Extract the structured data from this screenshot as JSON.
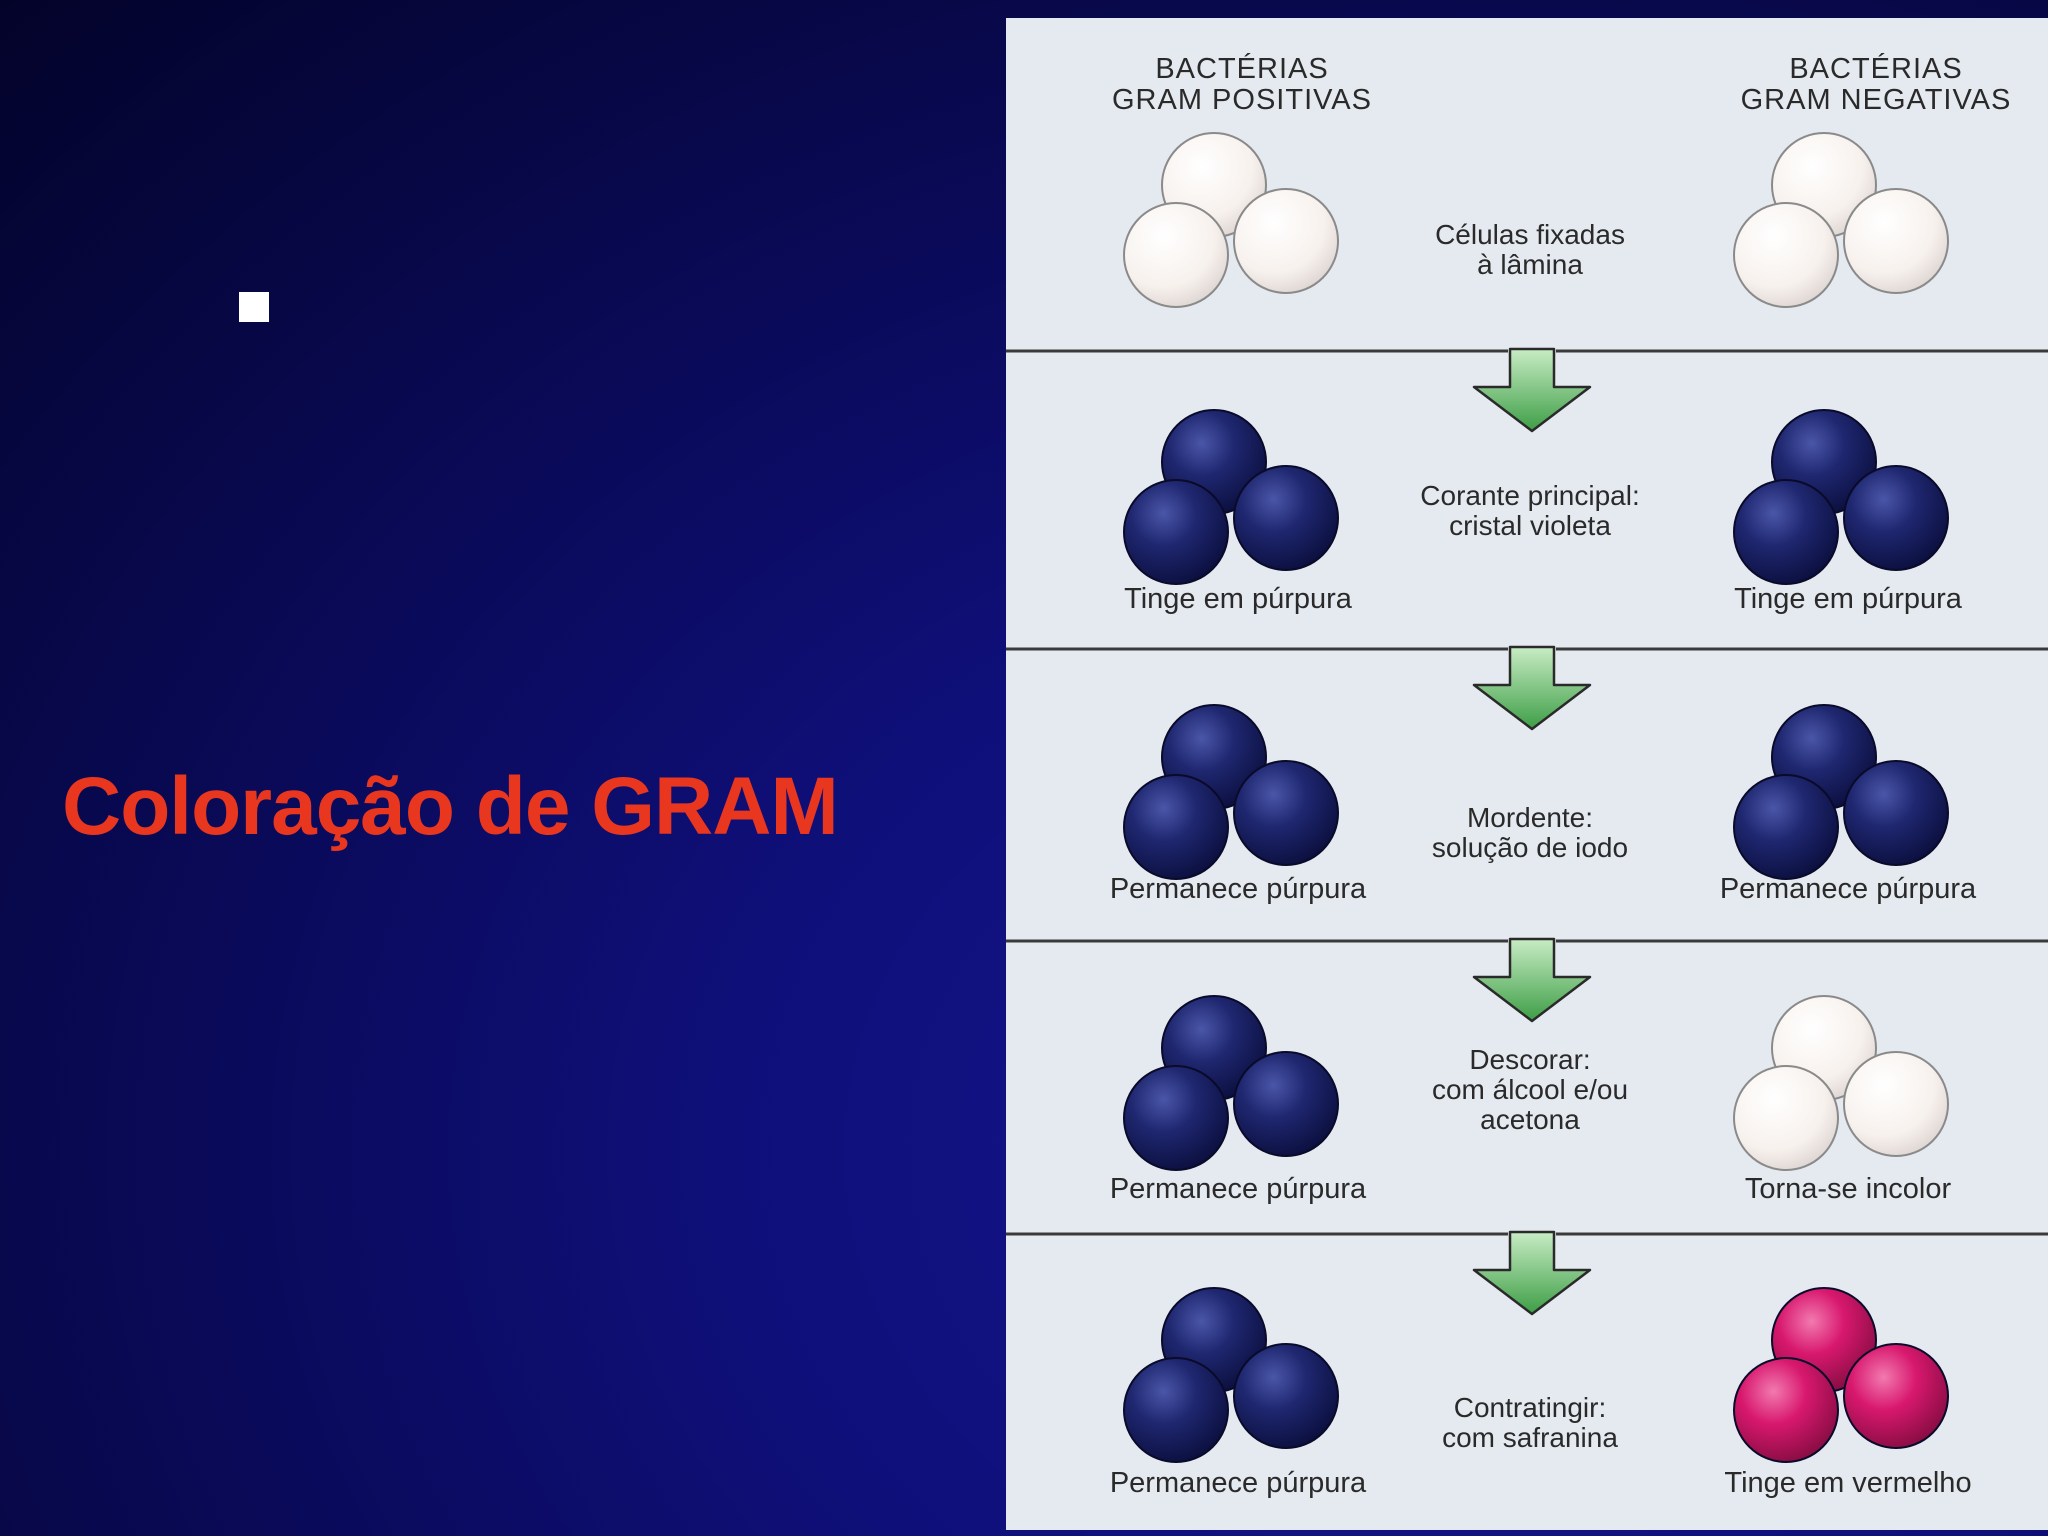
{
  "slide": {
    "title": "Coloração de GRAM"
  },
  "diagram": {
    "headers": {
      "positive": [
        "BACTÉRIAS",
        "GRAM POSITIVAS"
      ],
      "negative": [
        "BACTÉRIAS",
        "GRAM NEGATIVAS"
      ]
    },
    "steps": [
      {
        "label": [
          "Células fixadas",
          "à lâmina"
        ],
        "positive": {
          "result": "",
          "color": "white"
        },
        "negative": {
          "result": "",
          "color": "white"
        }
      },
      {
        "label": [
          "Corante principal:",
          "cristal violeta"
        ],
        "positive": {
          "result": "Tinge em púrpura",
          "color": "purple"
        },
        "negative": {
          "result": "Tinge em púrpura",
          "color": "purple"
        }
      },
      {
        "label": [
          "Mordente:",
          "solução de iodo"
        ],
        "positive": {
          "result": "Permanece púrpura",
          "color": "purple"
        },
        "negative": {
          "result": "Permanece púrpura",
          "color": "purple"
        }
      },
      {
        "label": [
          "Descorar:",
          "com álcool e/ou",
          "acetona"
        ],
        "positive": {
          "result": "Permanece púrpura",
          "color": "purple"
        },
        "negative": {
          "result": "Torna-se incolor",
          "color": "white"
        }
      },
      {
        "label": [
          "Contratingir:",
          "com safranina"
        ],
        "positive": {
          "result": "Permanece púrpura",
          "color": "purple"
        },
        "negative": {
          "result": "Tinge em vermelho",
          "color": "red"
        }
      }
    ],
    "colors": {
      "purple": "#1d2466",
      "white": "#fbf7f4",
      "red": "#d8186e",
      "arrow": "#6cbf6a",
      "divider": "#3a3a3a",
      "title": "#e8361f"
    }
  }
}
